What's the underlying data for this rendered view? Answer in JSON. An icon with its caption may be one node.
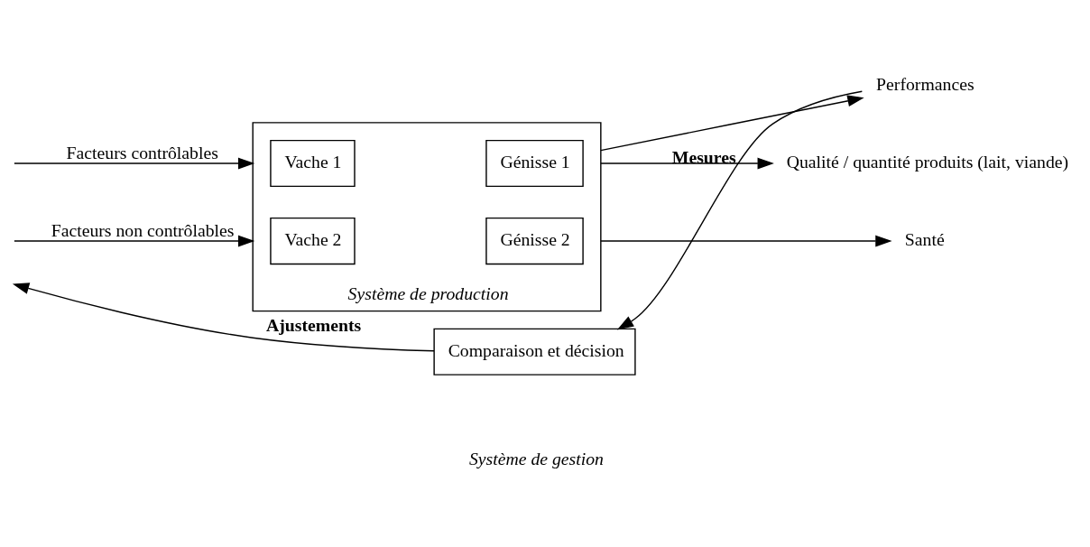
{
  "diagram": {
    "nodes": [
      {
        "text": [
          "Comparaison et décision"
        ]
      },
      {
        "text": [
          "Système de production"
        ]
      },
      {
        "text": [
          "Vache 1"
        ],
        "in": 1
      },
      {
        "text": [
          "Génisse 1"
        ],
        "in": 1
      },
      {
        "text": [
          "Vache 2"
        ],
        "in": 1
      },
      {
        "text": [
          "Génisse 2"
        ],
        "in": 1
      },
      {
        "text": [
          "Performances"
        ]
      },
      {
        "text": [
          "Qualité / quantité produits (lait, viande)"
        ]
      },
      {
        "text": [
          "Santé"
        ]
      }
    ],
    "edges": [
      {
        "from": null,
        "to": 1,
        "arrow": "to",
        "label": "Facteurs contrôlables"
      },
      {
        "from": null,
        "to": 1,
        "arrow": "to",
        "label": "Facteurs non contrôlables"
      },
      {
        "from": 1,
        "to": 6,
        "arrow": "to"
      },
      {
        "from": 1,
        "to": 7,
        "arrow": "to"
      },
      {
        "from": 1,
        "to": 8,
        "arrow": "to"
      },
      {
        "from": 6,
        "to": 0,
        "arrow": "to",
        "label": "Mesures"
      },
      {
        "from": 0,
        "to": null,
        "arrow": "to",
        "label": "Ajustements"
      }
    ],
    "labels": [
      "Système de gestion"
    ]
  }
}
